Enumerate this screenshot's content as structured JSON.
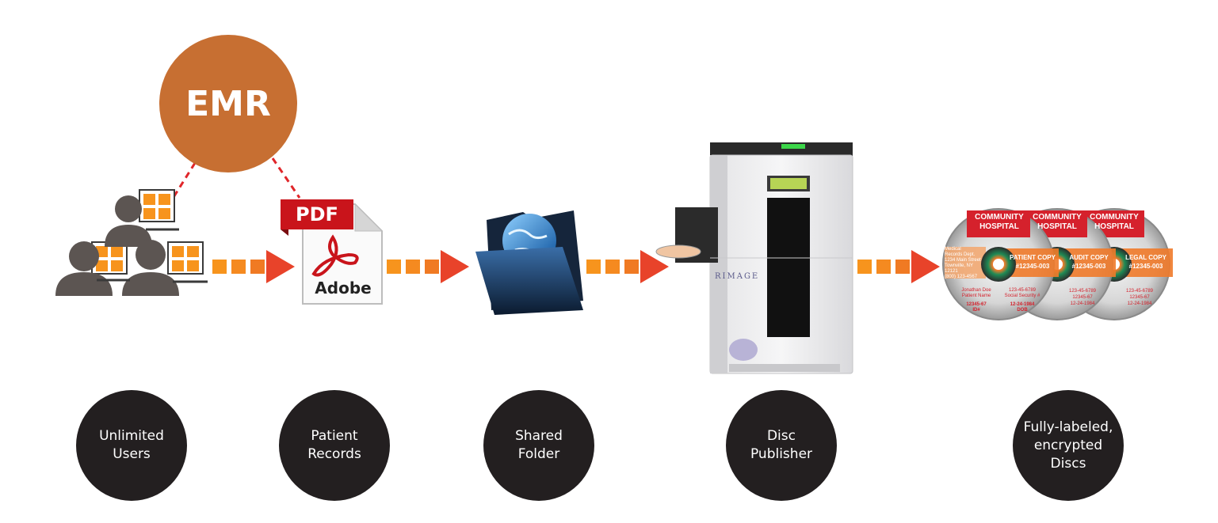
{
  "emr": {
    "label": "EMR"
  },
  "pdf_icon": {
    "badge": "PDF",
    "brand": "Adobe"
  },
  "publisher": {
    "brand": "RIMAGE"
  },
  "discs": [
    {
      "org_line1": "COMMUNITY",
      "org_line2": "HOSPITAL",
      "copy": "PATIENT COPY",
      "number": "#12345-003",
      "dept1": "Medical",
      "dept2": "Records Dept.",
      "addr1": "1234 Main Street",
      "addr2": "Townville, NY 12121",
      "phone": "(800) 123-4567",
      "name": "Jonathan Doe",
      "name_label": "Patient Name",
      "ssn": "123-45-6789",
      "ssn_label": "Social Security #",
      "id": "12345-67",
      "id_label": "ID#",
      "dob": "12-24-1984",
      "dob_label": "DOB"
    },
    {
      "org_line1": "COMMUNITY",
      "org_line2": "HOSPITAL",
      "copy": "AUDIT COPY",
      "number": "#12345-003",
      "ssn": "123-45-6789",
      "id": "12345-67",
      "dob": "12-24-1984"
    },
    {
      "org_line1": "COMMUNITY",
      "org_line2": "HOSPITAL",
      "copy": "LEGAL COPY",
      "number": "#12345-003",
      "ssn": "123-45-6789",
      "id": "12345-67",
      "dob": "12-24-1984"
    }
  ],
  "steps": [
    {
      "line1": "Unlimited",
      "line2": "Users"
    },
    {
      "line1": "Patient",
      "line2": "Records"
    },
    {
      "line1": "Shared",
      "line2": "Folder"
    },
    {
      "line1": "Disc",
      "line2": "Publisher"
    },
    {
      "line1": "Fully-labeled,",
      "line2": "encrypted",
      "line3": "Discs"
    }
  ],
  "colors": {
    "emr": "#c76f32",
    "step_circle": "#231f20",
    "arrow_orange": "#f7941d",
    "arrow_red": "#e8432a",
    "dash_red": "#e0262a"
  }
}
